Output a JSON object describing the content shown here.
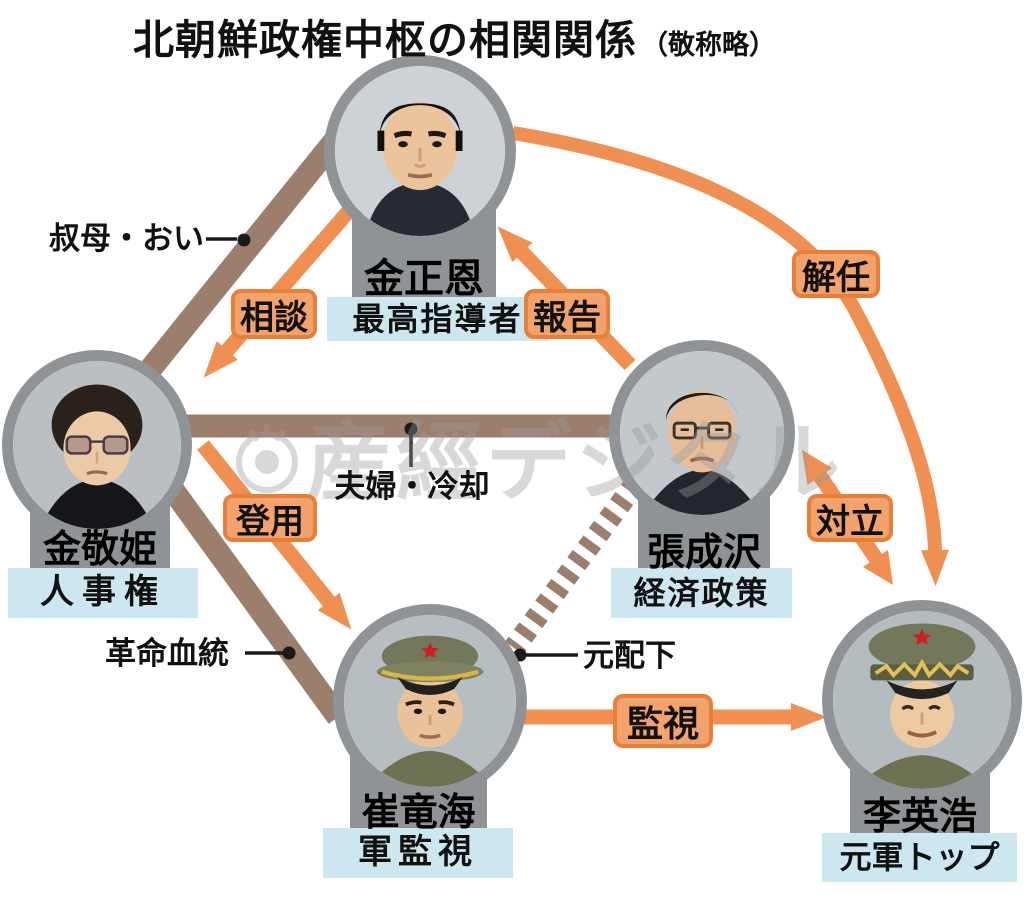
{
  "title": {
    "main": "北朝鮮政権中枢の相関関係",
    "suffix": "（敬称略）"
  },
  "watermark": {
    "text": "産經デジタル"
  },
  "people": [
    {
      "id": "kim-jong-un",
      "name": "金正恩",
      "role": "最高指導者"
    },
    {
      "id": "kim-kyong-hui",
      "name": "金敬姫",
      "role": "人事権"
    },
    {
      "id": "jang-song-thaek",
      "name": "張成沢",
      "role": "経済政策"
    },
    {
      "id": "choe-ryong-hae",
      "name": "崔竜海",
      "role": "軍監視"
    },
    {
      "id": "ri-yong-ho",
      "name": "李英浩",
      "role": "元軍トップ"
    }
  ],
  "edges": [
    {
      "from": "金敬姫",
      "to": "金正恩",
      "label": "叔母・おい",
      "style": "brown-band"
    },
    {
      "from": "金正恩",
      "to": "金敬姫",
      "label": "相談",
      "style": "orange-arrow"
    },
    {
      "from": "張成沢",
      "to": "金正恩",
      "label": "報告",
      "style": "orange-arrow"
    },
    {
      "from": "金正恩",
      "to": "李英浩",
      "label": "解任",
      "style": "orange-curved-arrow"
    },
    {
      "from": "金敬姫",
      "to": "張成沢",
      "label": "夫婦・冷却",
      "style": "brown-band"
    },
    {
      "from": "金敬姫",
      "to": "崔竜海",
      "label": "革命血統",
      "style": "brown-band"
    },
    {
      "from": "金敬姫",
      "to": "崔竜海",
      "label": "登用",
      "style": "orange-arrow"
    },
    {
      "from": "張成沢",
      "to": "崔竜海",
      "label": "元配下",
      "style": "dashed-band"
    },
    {
      "from": "張成沢",
      "to": "李英浩",
      "label": "対立",
      "style": "orange-double-arrow"
    },
    {
      "from": "崔竜海",
      "to": "李英浩",
      "label": "監視",
      "style": "orange-arrow"
    }
  ],
  "colors": {
    "orange_arrow": "#ef8f51",
    "label_fill": "#f2a26b",
    "label_border": "#e87f38",
    "brown_band": "#9c7e6d",
    "gray_frame": "#8f9396",
    "role_bg": "#cde7f0",
    "text": "#1a1a1a"
  }
}
